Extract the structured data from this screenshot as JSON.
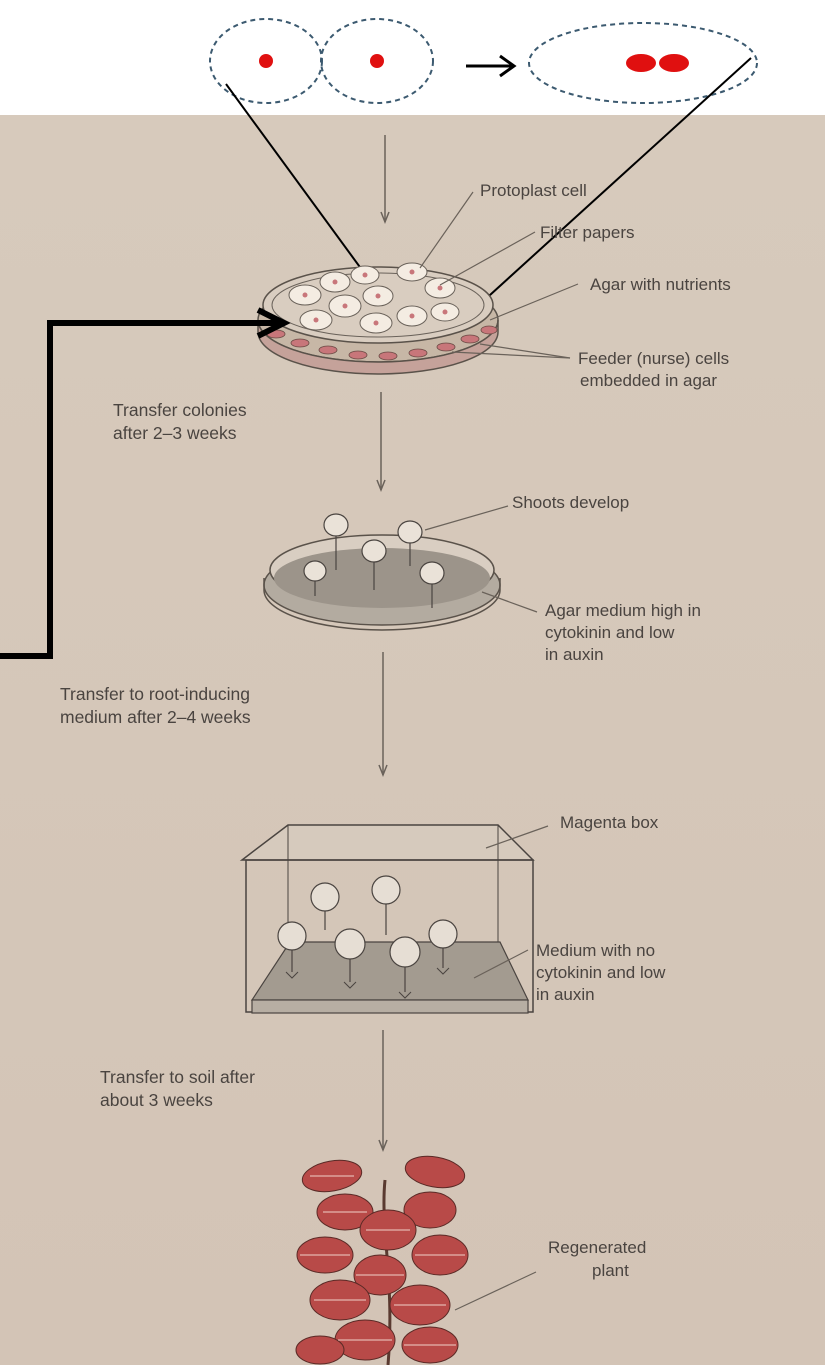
{
  "labels": {
    "protoplast_cell": "Protoplast cell",
    "filter_papers": "Filter papers",
    "agar_nutrients": "Agar with nutrients",
    "feeder_cells_1": "Feeder (nurse) cells",
    "feeder_cells_2": "embedded in agar",
    "transfer_colonies_1": "Transfer colonies",
    "transfer_colonies_2": "after 2–3 weeks",
    "shoots_develop": "Shoots develop",
    "agar_medium_1": "Agar medium high in",
    "agar_medium_2": "cytokinin and low",
    "agar_medium_3": "in auxin",
    "transfer_root_1": "Transfer to root-inducing",
    "transfer_root_2": "medium after 2–4 weeks",
    "magenta_box": "Magenta box",
    "medium_no_cyto_1": "Medium with no",
    "medium_no_cyto_2": "cytokinin and low",
    "medium_no_cyto_3": "in auxin",
    "transfer_soil_1": "Transfer to soil after",
    "transfer_soil_2": "about 3 weeks",
    "regenerated_1": "Regenerated",
    "regenerated_2": "plant"
  },
  "colors": {
    "paper": "#d8cbbd",
    "ink": "#4a4440",
    "nucleus": "#e01010",
    "dashed_outline": "#3c5a70",
    "leaf": "#b84a48",
    "leaf_vein": "#f0d0c8",
    "agar_dark": "#9c948a"
  }
}
